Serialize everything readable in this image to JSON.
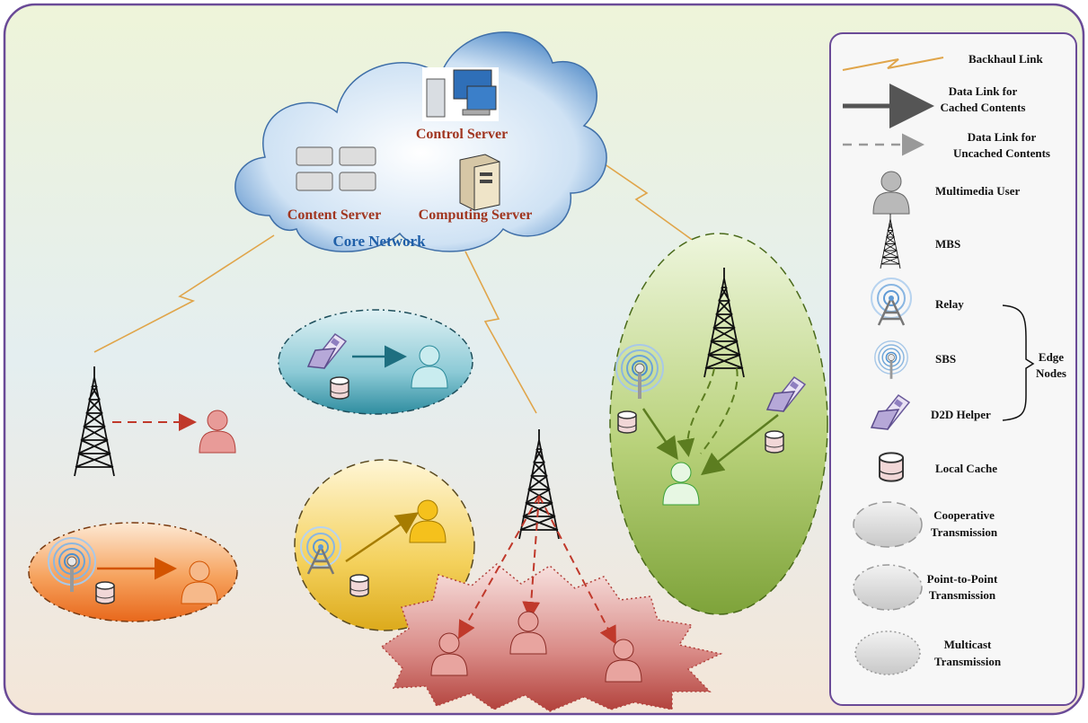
{
  "core": {
    "title": "Core Network",
    "control_server": "Control Server",
    "content_server": "Content Server",
    "computing_server": "Computing Server"
  },
  "legend": {
    "backhaul": "Backhaul Link",
    "cached_1": "Data Link for",
    "cached_2": "Cached Contents",
    "uncached_1": "Data Link for",
    "uncached_2": "Uncached Contents",
    "user": "Multimedia User",
    "mbs": "MBS",
    "relay": "Relay",
    "sbs": "SBS",
    "d2d": "D2D Helper",
    "edge_1": "Edge",
    "edge_2": "Nodes",
    "cache": "Local Cache",
    "coop_1": "Cooperative",
    "coop_2": "Transmission",
    "p2p_1": "Point-to-Point",
    "p2p_2": "Transmission",
    "mc_1": "Multicast",
    "mc_2": "Transmission"
  },
  "colors": {
    "frame": "#6a4a97",
    "backhaul": "#e0a54a",
    "cached_link": "#555555",
    "uncached_link": "#999999",
    "orange_region": "#f07c2a",
    "yellow_region": "#efc43a",
    "teal_region": "#4aa8b8",
    "green_region": "#8fb24a",
    "multicast_region": "#c0504d",
    "mbs_tower": "#111111"
  },
  "icons": [
    "cloud-icon",
    "computer-icon",
    "database-icon",
    "server-tower-icon",
    "tower-icon",
    "relay-icon",
    "sbs-icon",
    "phone-icon",
    "user-icon",
    "cache-icon"
  ]
}
